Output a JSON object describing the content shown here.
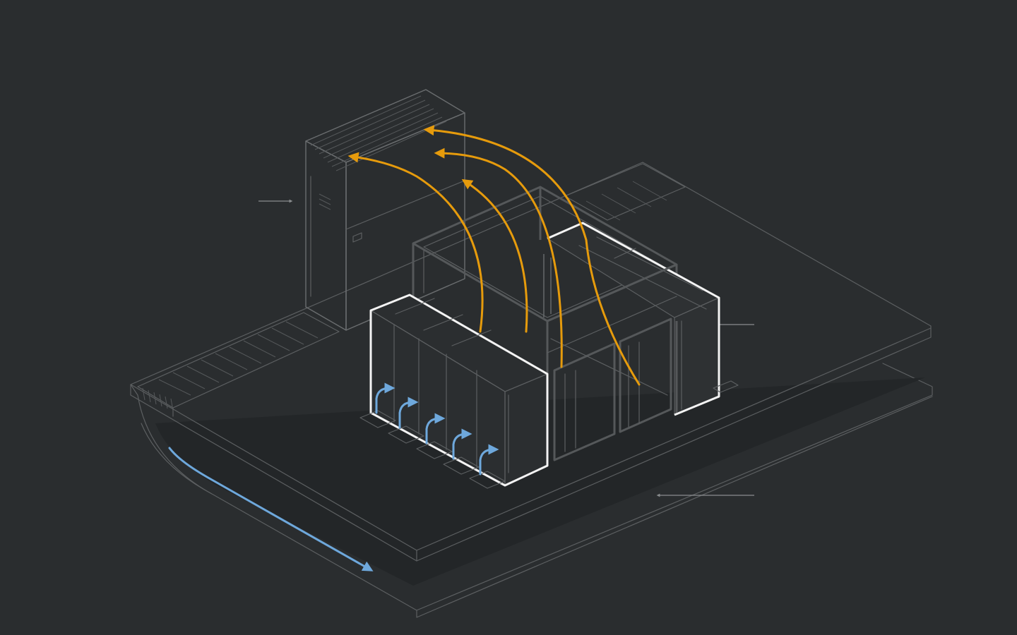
{
  "colors": {
    "background": "#2a2d2f",
    "outline": "#5c5f61",
    "hot_aisle_outline": "#f3f3f3",
    "warm_air": "#e69b0c",
    "cool_air": "#6ea8dc",
    "pointer": "#8a8d8f"
  },
  "airflow": {
    "warm_streams": 4,
    "cool_rack_streams": 5,
    "underfloor_streams": 1
  }
}
